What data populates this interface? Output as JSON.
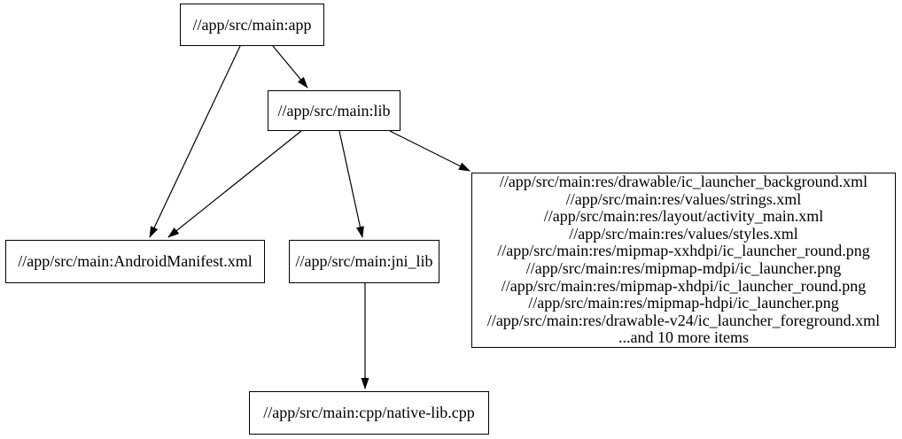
{
  "diagram": {
    "type": "dependency-graph",
    "background_color": "#ffffff",
    "stroke_color": "#000000",
    "text_color": "#000000"
  },
  "nodes": {
    "app": {
      "label": "//app/src/main:app"
    },
    "lib": {
      "label": "//app/src/main:lib"
    },
    "android_manifest": {
      "label": "//app/src/main:AndroidManifest.xml"
    },
    "jni_lib": {
      "label": "//app/src/main:jni_lib"
    },
    "resources": {
      "lines": [
        "//app/src/main:res/drawable/ic_launcher_background.xml",
        "//app/src/main:res/values/strings.xml",
        "//app/src/main:res/layout/activity_main.xml",
        "//app/src/main:res/values/styles.xml",
        "//app/src/main:res/mipmap-xxhdpi/ic_launcher_round.png",
        "//app/src/main:res/mipmap-mdpi/ic_launcher.png",
        "//app/src/main:res/mipmap-xhdpi/ic_launcher_round.png",
        "//app/src/main:res/mipmap-hdpi/ic_launcher.png",
        "//app/src/main:res/drawable-v24/ic_launcher_foreground.xml",
        "...and 10 more items"
      ]
    },
    "native_lib": {
      "label": "//app/src/main:cpp/native-lib.cpp"
    }
  },
  "edges": [
    {
      "from": "app",
      "to": "lib"
    },
    {
      "from": "app",
      "to": "android_manifest"
    },
    {
      "from": "lib",
      "to": "android_manifest"
    },
    {
      "from": "lib",
      "to": "jni_lib"
    },
    {
      "from": "lib",
      "to": "resources"
    },
    {
      "from": "jni_lib",
      "to": "native_lib"
    }
  ]
}
